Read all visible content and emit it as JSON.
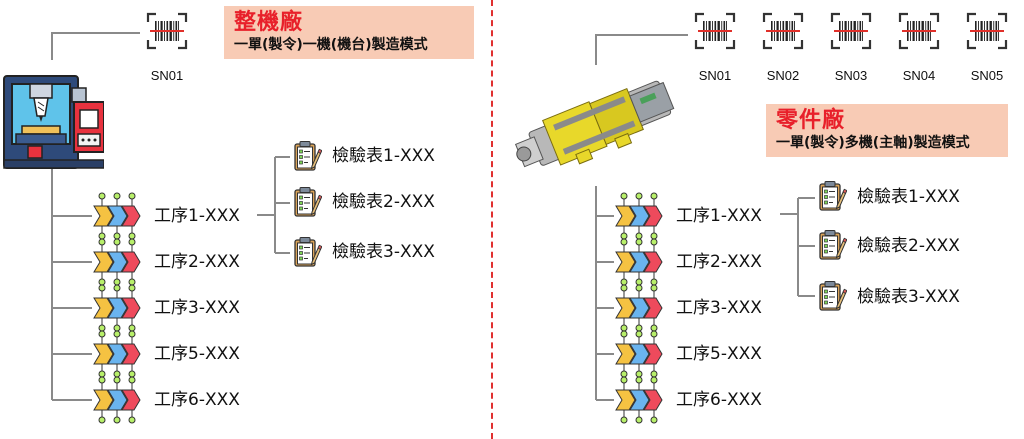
{
  "left": {
    "factory_title": "整機廠",
    "factory_subtitle": "一單(製令)一機(機台)製造模式",
    "serials": [
      "SN01"
    ],
    "processes": [
      "工序1-XXX",
      "工序2-XXX",
      "工序3-XXX",
      "工序5-XXX",
      "工序6-XXX"
    ],
    "inspections": [
      "檢驗表1-XXX",
      "檢驗表2-XXX",
      "檢驗表3-XXX"
    ],
    "machine_icon": "cnc-machine-icon"
  },
  "right": {
    "factory_title": "零件廠",
    "factory_subtitle": "一單(製令)多機(主軸)製造模式",
    "serials": [
      "SN01",
      "SN02",
      "SN03",
      "SN04",
      "SN05"
    ],
    "processes": [
      "工序1-XXX",
      "工序2-XXX",
      "工序3-XXX",
      "工序5-XXX",
      "工序6-XXX"
    ],
    "inspections": [
      "檢驗表1-XXX",
      "檢驗表2-XXX",
      "檢驗表3-XXX"
    ],
    "part_icon": "spindle-part-icon"
  },
  "colors": {
    "title_red": "#e8202a",
    "box_peach": "#f8cbb5",
    "divider_red": "#e03030",
    "line_gray": "#8a8a8a"
  }
}
